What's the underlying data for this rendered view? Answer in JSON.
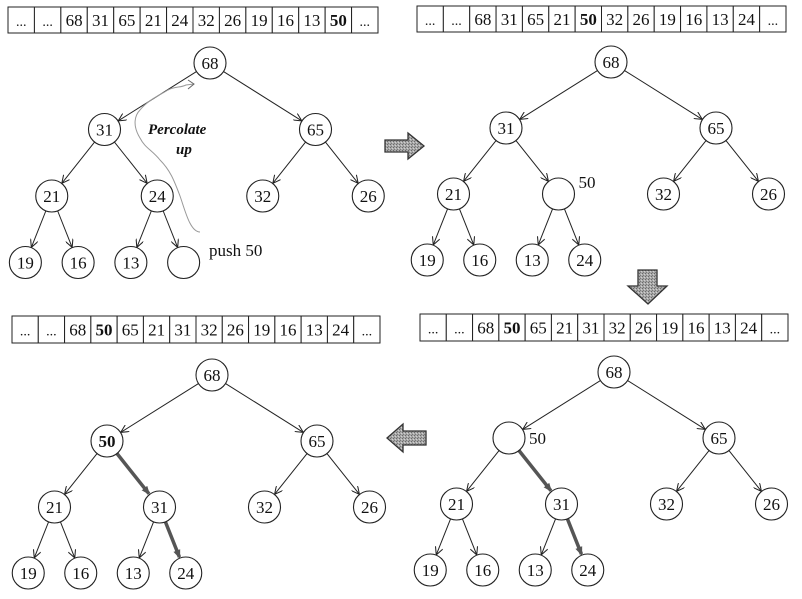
{
  "title": "Binary heap push operation: percolate up",
  "colors": {
    "ink": "#222222",
    "bold_edge": "#555555",
    "step_arrow_fill": "#9a9a9a",
    "percolate_trace": "#999999"
  },
  "annotations": {
    "percolate": "Percolate",
    "percolate_up": "up",
    "push_label": "push 50"
  },
  "panels": [
    {
      "id": "step1",
      "array": [
        {
          "v": "...",
          "bold": false
        },
        {
          "v": "...",
          "bold": false
        },
        {
          "v": "68",
          "bold": false
        },
        {
          "v": "31",
          "bold": false
        },
        {
          "v": "65",
          "bold": false
        },
        {
          "v": "21",
          "bold": false
        },
        {
          "v": "24",
          "bold": false
        },
        {
          "v": "32",
          "bold": false
        },
        {
          "v": "26",
          "bold": false
        },
        {
          "v": "19",
          "bold": false
        },
        {
          "v": "16",
          "bold": false
        },
        {
          "v": "13",
          "bold": false
        },
        {
          "v": "50",
          "bold": true
        },
        {
          "v": "...",
          "bold": false
        }
      ],
      "nodes": [
        "68",
        "31",
        "65",
        "21",
        "24",
        "32",
        "26",
        "19",
        "16",
        "13",
        ""
      ],
      "bold_nodes": [],
      "side_labels": {},
      "bold_edges": []
    },
    {
      "id": "step2",
      "array": [
        {
          "v": "...",
          "bold": false
        },
        {
          "v": "...",
          "bold": false
        },
        {
          "v": "68",
          "bold": false
        },
        {
          "v": "31",
          "bold": false
        },
        {
          "v": "65",
          "bold": false
        },
        {
          "v": "21",
          "bold": false
        },
        {
          "v": "50",
          "bold": true
        },
        {
          "v": "32",
          "bold": false
        },
        {
          "v": "26",
          "bold": false
        },
        {
          "v": "19",
          "bold": false
        },
        {
          "v": "16",
          "bold": false
        },
        {
          "v": "13",
          "bold": false
        },
        {
          "v": "24",
          "bold": false
        },
        {
          "v": "...",
          "bold": false
        }
      ],
      "nodes": [
        "68",
        "31",
        "65",
        "21",
        "",
        "32",
        "26",
        "19",
        "16",
        "13",
        "24"
      ],
      "bold_nodes": [],
      "side_labels": {
        "4": "50"
      },
      "bold_edges": []
    },
    {
      "id": "step3",
      "array": [
        {
          "v": "...",
          "bold": false
        },
        {
          "v": "...",
          "bold": false
        },
        {
          "v": "68",
          "bold": false
        },
        {
          "v": "50",
          "bold": true
        },
        {
          "v": "65",
          "bold": false
        },
        {
          "v": "21",
          "bold": false
        },
        {
          "v": "31",
          "bold": false
        },
        {
          "v": "32",
          "bold": false
        },
        {
          "v": "26",
          "bold": false
        },
        {
          "v": "19",
          "bold": false
        },
        {
          "v": "16",
          "bold": false
        },
        {
          "v": "13",
          "bold": false
        },
        {
          "v": "24",
          "bold": false
        },
        {
          "v": "...",
          "bold": false
        }
      ],
      "nodes": [
        "68",
        "",
        "65",
        "21",
        "31",
        "32",
        "26",
        "19",
        "16",
        "13",
        "24"
      ],
      "bold_nodes": [],
      "side_labels": {
        "1": "50"
      },
      "bold_edges": [
        [
          1,
          4
        ],
        [
          4,
          10
        ]
      ]
    },
    {
      "id": "step4",
      "array": [
        {
          "v": "...",
          "bold": false
        },
        {
          "v": "...",
          "bold": false
        },
        {
          "v": "68",
          "bold": false
        },
        {
          "v": "50",
          "bold": true
        },
        {
          "v": "65",
          "bold": false
        },
        {
          "v": "21",
          "bold": false
        },
        {
          "v": "31",
          "bold": false
        },
        {
          "v": "32",
          "bold": false
        },
        {
          "v": "26",
          "bold": false
        },
        {
          "v": "19",
          "bold": false
        },
        {
          "v": "16",
          "bold": false
        },
        {
          "v": "13",
          "bold": false
        },
        {
          "v": "24",
          "bold": false
        },
        {
          "v": "...",
          "bold": false
        }
      ],
      "nodes": [
        "68",
        "50",
        "65",
        "21",
        "31",
        "32",
        "26",
        "19",
        "16",
        "13",
        "24"
      ],
      "bold_nodes": [
        1
      ],
      "side_labels": {},
      "bold_edges": [
        [
          1,
          4
        ],
        [
          4,
          10
        ]
      ]
    }
  ],
  "step_arrows": [
    {
      "from": "step1",
      "to": "step2",
      "direction": "right"
    },
    {
      "from": "step2",
      "to": "step3",
      "direction": "down"
    },
    {
      "from": "step3",
      "to": "step4",
      "direction": "left"
    }
  ]
}
